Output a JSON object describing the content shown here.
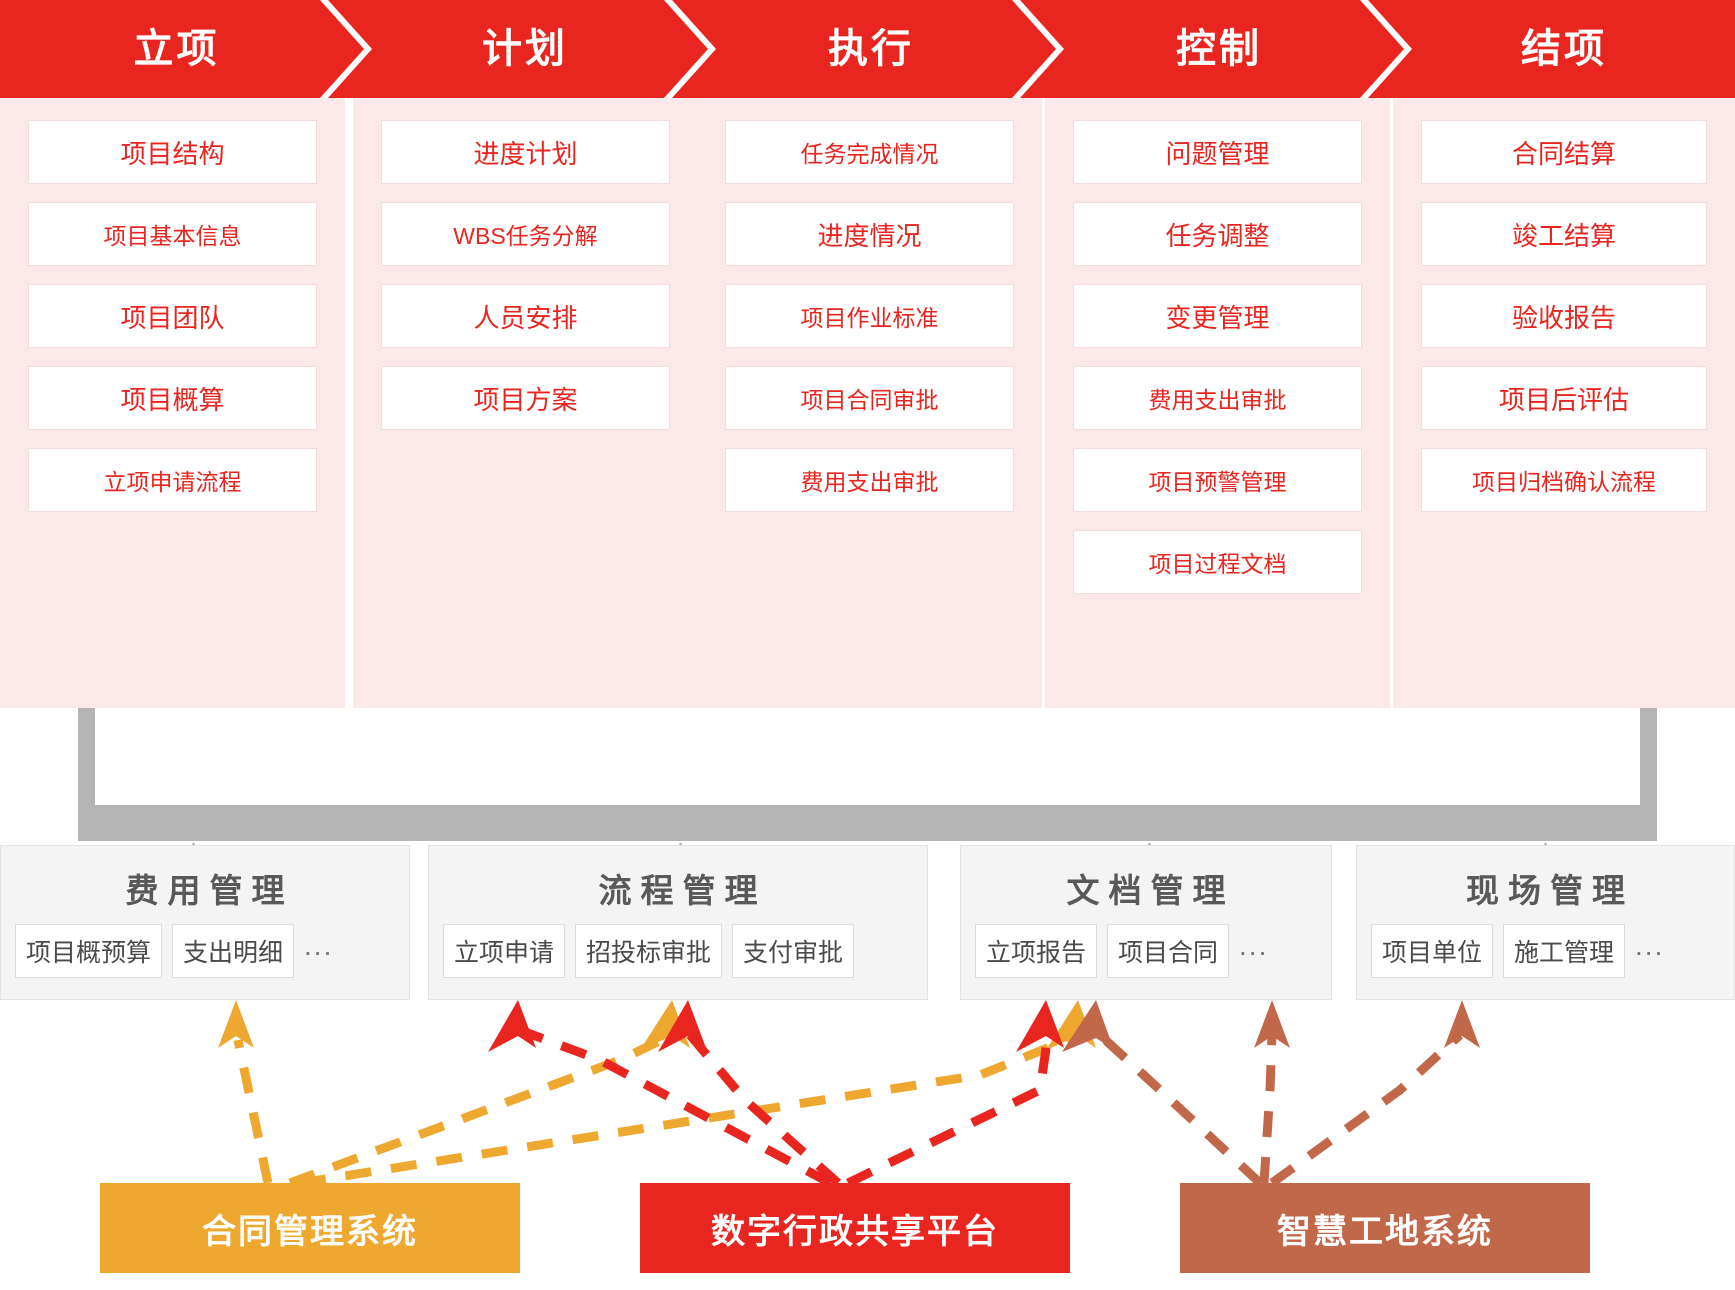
{
  "colors": {
    "red": "#e8251f",
    "pale_pink": "#fbe9e9",
    "tile_white": "#ffffff",
    "gray_connector": "#b5b5b5",
    "panel_bg": "#f4f4f4",
    "orange": "#efa82f",
    "brown": "#c2684a",
    "text_gray": "#595959"
  },
  "stages": [
    {
      "label": "立项"
    },
    {
      "label": "计划"
    },
    {
      "label": "执行"
    },
    {
      "label": "控制"
    },
    {
      "label": "结项"
    }
  ],
  "columns": [
    {
      "stage": "立项",
      "items": [
        "项目结构",
        "项目基本信息",
        "项目团队",
        "项目概算",
        "立项申请流程"
      ]
    },
    {
      "stage": "计划",
      "items": [
        "进度计划",
        "WBS任务分解",
        "人员安排",
        "项目方案"
      ]
    },
    {
      "stage": "执行",
      "items": [
        "任务完成情况",
        "进度情况",
        "项目作业标准",
        "项目合同审批",
        "费用支出审批"
      ]
    },
    {
      "stage": "控制",
      "items": [
        "问题管理",
        "任务调整",
        "变更管理",
        "费用支出审批",
        "项目预警管理",
        "项目过程文档"
      ]
    },
    {
      "stage": "结项",
      "items": [
        "合同结算",
        "竣工结算",
        "验收报告",
        "项目后评估",
        "项目归档确认流程"
      ]
    }
  ],
  "modules": [
    {
      "title": "费用管理",
      "chips": [
        "项目概预算",
        "支出明细"
      ],
      "more": "..."
    },
    {
      "title": "流程管理",
      "chips": [
        "立项申请",
        "招投标审批",
        "支付审批"
      ],
      "more": ""
    },
    {
      "title": "文档管理",
      "chips": [
        "立项报告",
        "项目合同"
      ],
      "more": "..."
    },
    {
      "title": "现场管理",
      "chips": [
        "项目单位",
        "施工管理"
      ],
      "more": "..."
    }
  ],
  "systems": [
    {
      "label": "合同管理系统",
      "color": "#efa82f"
    },
    {
      "label": "数字行政共享平台",
      "color": "#e8251f"
    },
    {
      "label": "智慧工地系统",
      "color": "#c2684a"
    }
  ]
}
